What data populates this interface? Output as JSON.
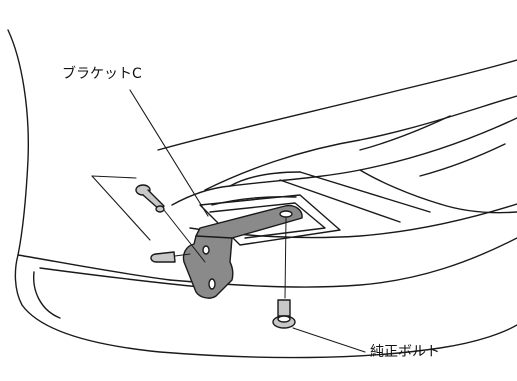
{
  "labels": {
    "bracket_c": "ブラケットC",
    "oem_bolt": "純正ボルト"
  },
  "colors": {
    "line": "#1a1a1a",
    "bracket_fill": "#8a8a8a",
    "bolt_fill": "#c8c8c8",
    "background": "#ffffff"
  },
  "parts": {
    "bracket": "bracket-c",
    "bolts_upper": "mounting-bolts",
    "bolt_lower": "oem-bolt"
  }
}
